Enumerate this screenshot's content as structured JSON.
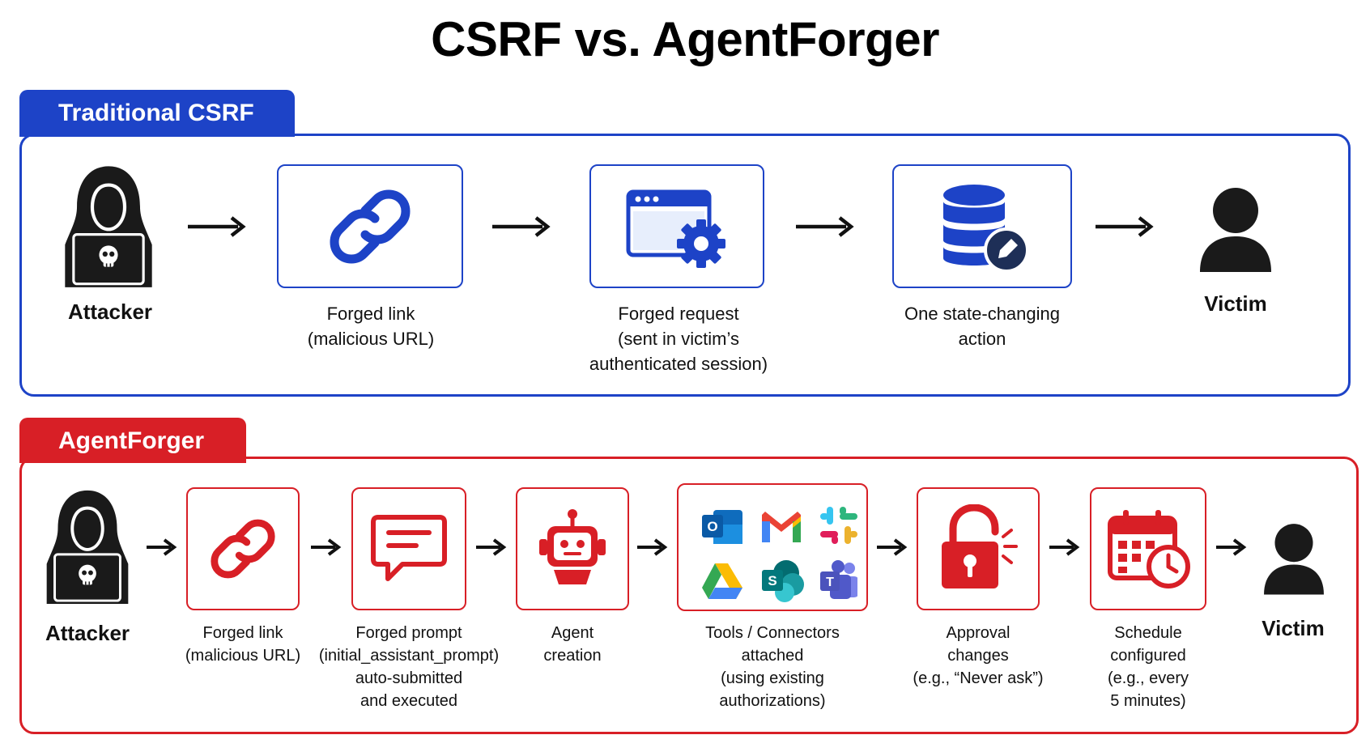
{
  "title": "CSRF vs. AgentForger",
  "colors": {
    "blue": "#1d43c7",
    "red": "#d81f26",
    "dark": "#1a1a1a"
  },
  "csrf": {
    "tab_label": "Traditional CSRF",
    "attacker_label": "Attacker",
    "victim_label": "Victim",
    "steps": [
      {
        "icon": "link-icon",
        "line1": "Forged link",
        "line2": "(malicious URL)",
        "line3": ""
      },
      {
        "icon": "browser-gear-icon",
        "line1": "Forged request",
        "line2": "(sent in victim’s",
        "line3": "authenticated session)"
      },
      {
        "icon": "database-edit-icon",
        "line1": "One state-changing",
        "line2": "action",
        "line3": ""
      }
    ]
  },
  "agentforger": {
    "tab_label": "AgentForger",
    "attacker_label": "Attacker",
    "victim_label": "Victim",
    "steps": [
      {
        "icon": "link-icon",
        "lines": [
          "Forged link",
          "(malicious URL)"
        ]
      },
      {
        "icon": "chat-bubble-icon",
        "lines": [
          "Forged prompt",
          "(initial_assistant_prompt)",
          "auto-submitted",
          "and executed"
        ]
      },
      {
        "icon": "robot-icon",
        "lines": [
          "Agent",
          "creation"
        ]
      },
      {
        "icon": "connectors-grid-icon",
        "lines": [
          "Tools / Connectors",
          "attached",
          "(using existing",
          "authorizations)"
        ]
      },
      {
        "icon": "unlocked-padlock-icon",
        "lines": [
          "Approval",
          "changes",
          "(e.g., “Never ask”)"
        ]
      },
      {
        "icon": "calendar-clock-icon",
        "lines": [
          "Schedule",
          "configured",
          "(e.g., every",
          "5 minutes)"
        ]
      }
    ],
    "connector_icons": [
      "outlook-icon",
      "gmail-icon",
      "slack-icon",
      "google-drive-icon",
      "sharepoint-icon",
      "teams-icon"
    ],
    "connector_letters": {
      "outlook": "O",
      "sharepoint": "S",
      "teams": "T"
    }
  }
}
